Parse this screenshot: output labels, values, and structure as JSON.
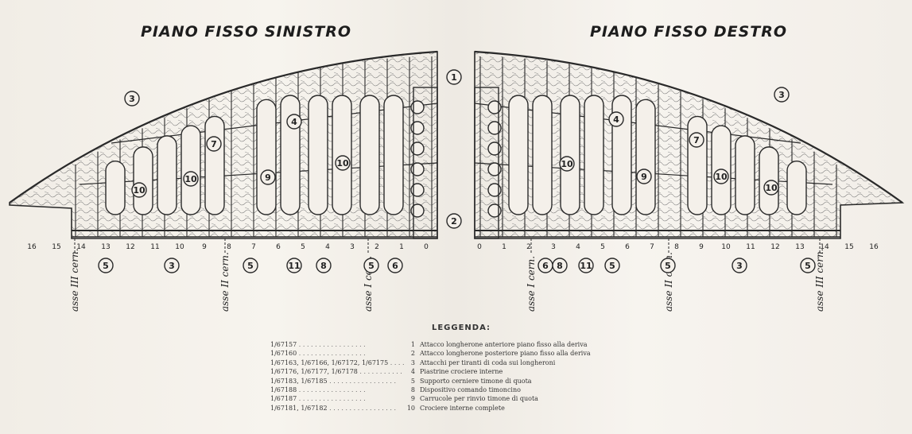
{
  "titles": {
    "left": "PIANO FISSO SINISTRO",
    "right": "PIANO FISSO DESTRO"
  },
  "scale": {
    "left": [
      "16",
      "15",
      "14",
      "13",
      "12",
      "11",
      "10",
      "9",
      "8",
      "7",
      "6",
      "5",
      "4",
      "3",
      "2",
      "1",
      "0"
    ],
    "right": [
      "0",
      "1",
      "2",
      "3",
      "4",
      "5",
      "6",
      "7",
      "8",
      "9",
      "10",
      "11",
      "12",
      "13",
      "14",
      "15",
      "16"
    ]
  },
  "axes": {
    "left": [
      "asse III cern.",
      "asse II cern.",
      "asse I cern."
    ],
    "right": [
      "asse I cern.",
      "asse II cern.",
      "asse III cern."
    ]
  },
  "callouts": {
    "left_top": [
      "3",
      "4",
      "7",
      "9",
      "10",
      "10",
      "10"
    ],
    "left_bottom": [
      "5",
      "3",
      "5",
      "11",
      "8",
      "5",
      "6"
    ],
    "left_inner": [
      "1",
      "2"
    ],
    "right_top": [
      "3",
      "4",
      "7",
      "9",
      "10",
      "10",
      "10"
    ],
    "right_bottom": [
      "5",
      "6",
      "8",
      "11",
      "5",
      "3",
      "5"
    ]
  },
  "legend": {
    "title": "LEGGENDA:",
    "rows": [
      {
        "codes": "1/67157",
        "num": "1",
        "desc": "Attacco longherone anteriore piano fisso alla deriva"
      },
      {
        "codes": "1/67160",
        "num": "2",
        "desc": "Attacco longherone posteriore piano fisso alla deriva"
      },
      {
        "codes": "1/67163,  1/67166,  1/67172,  1/67175",
        "num": "3",
        "desc": "Attacchi per tiranti di coda sui longheroni"
      },
      {
        "codes": "1/67176,  1/67177,  1/67178",
        "num": "4",
        "desc": "Piastrine crociere interne"
      },
      {
        "codes": "1/67183,  1/67185",
        "num": "5",
        "desc": "Supporto cerniere timone di quota"
      },
      {
        "codes": "1/67188",
        "num": "8",
        "desc": "Dispositivo comando timoncino"
      },
      {
        "codes": "1/67187",
        "num": "9",
        "desc": "Carrucole per rinvio timone di quota"
      },
      {
        "codes": "1/67181,  1/67182",
        "num": "10",
        "desc": "Crociere interne complete"
      }
    ]
  },
  "colors": {
    "ink": "#2a2a2a",
    "paper": "#f4f0ea"
  }
}
